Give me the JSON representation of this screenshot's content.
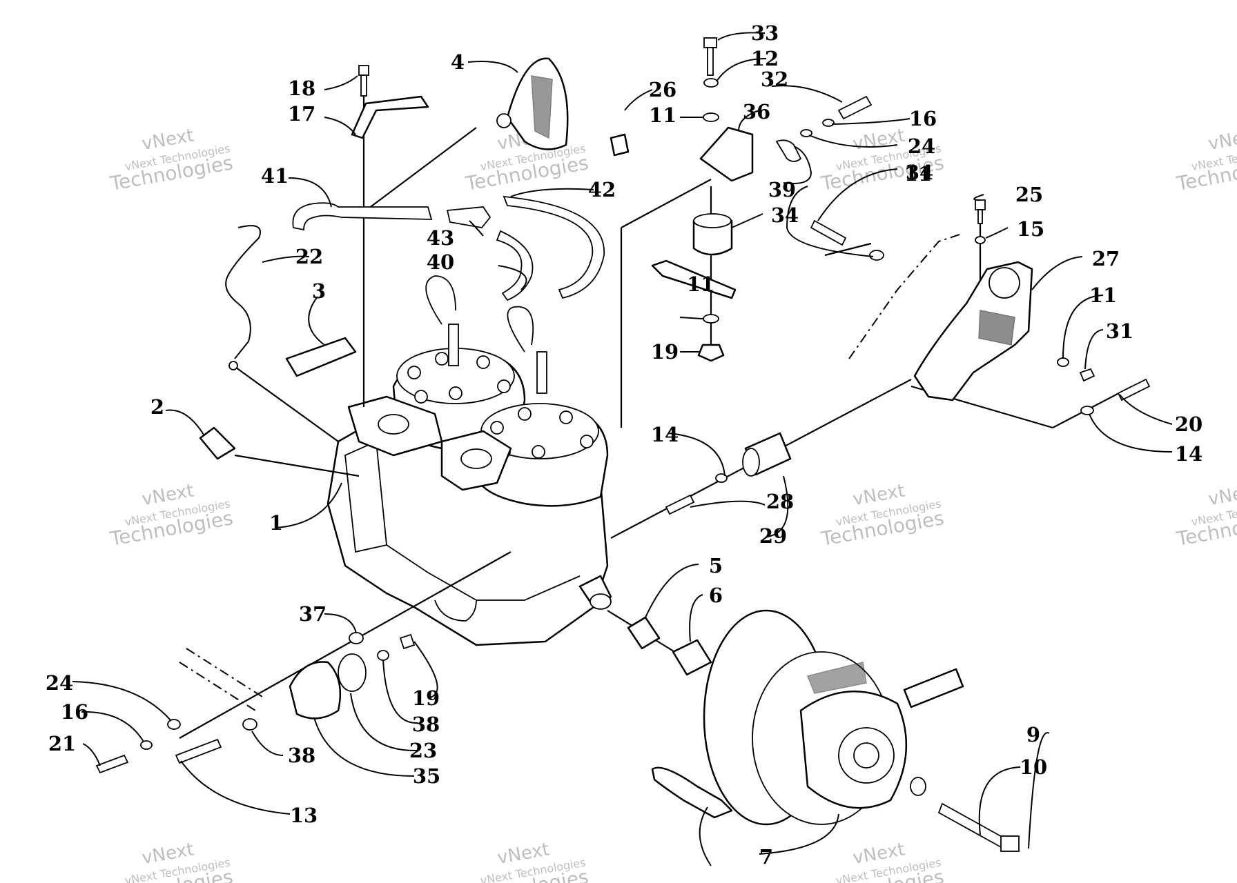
{
  "watermark": {
    "text_line1": "vNext Technologies",
    "text_line2": "vNext",
    "text_line3": "Technologies"
  },
  "callouts": [
    "1",
    "2",
    "3",
    "4",
    "5",
    "6",
    "7",
    "9",
    "10",
    "11",
    "11",
    "11",
    "11",
    "12",
    "13",
    "14",
    "14",
    "15",
    "16",
    "16",
    "17",
    "18",
    "19",
    "19",
    "20",
    "21",
    "22",
    "23",
    "24",
    "24",
    "25",
    "26",
    "27",
    "28",
    "29",
    "31",
    "32",
    "33",
    "34",
    "34",
    "35",
    "36",
    "37",
    "38",
    "38",
    "39",
    "40",
    "41",
    "42",
    "43"
  ]
}
